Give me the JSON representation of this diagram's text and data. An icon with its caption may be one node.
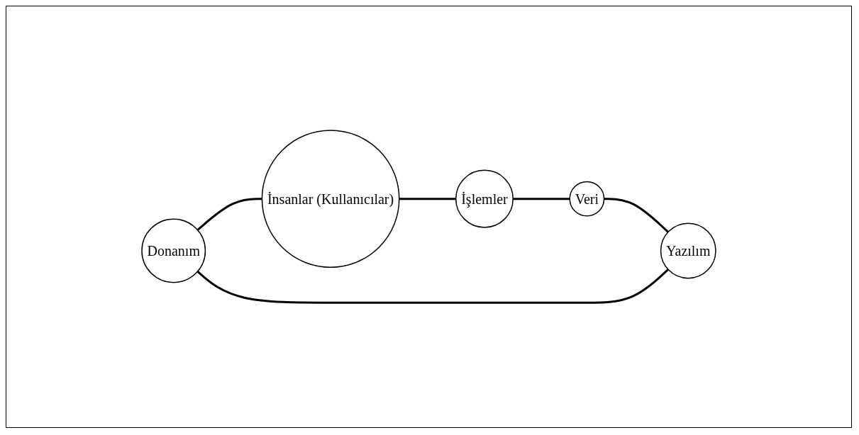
{
  "diagram": {
    "nodes": [
      {
        "text": [
          "Donanım"
        ]
      },
      {
        "text": [
          "İnsanlar (Kullanıcılar)"
        ]
      },
      {
        "text": [
          "İşlemler"
        ]
      },
      {
        "text": [
          "Yazılım"
        ]
      },
      {
        "text": [
          "Veri"
        ]
      }
    ],
    "edges": [
      {
        "from": 0,
        "to": 1,
        "arrow": "none"
      },
      {
        "from": 1,
        "to": 2,
        "arrow": "none"
      },
      {
        "from": 2,
        "to": 4,
        "arrow": "none"
      },
      {
        "from": 4,
        "to": 3,
        "arrow": "none"
      },
      {
        "from": 3,
        "to": 0,
        "arrow": "none"
      }
    ]
  }
}
